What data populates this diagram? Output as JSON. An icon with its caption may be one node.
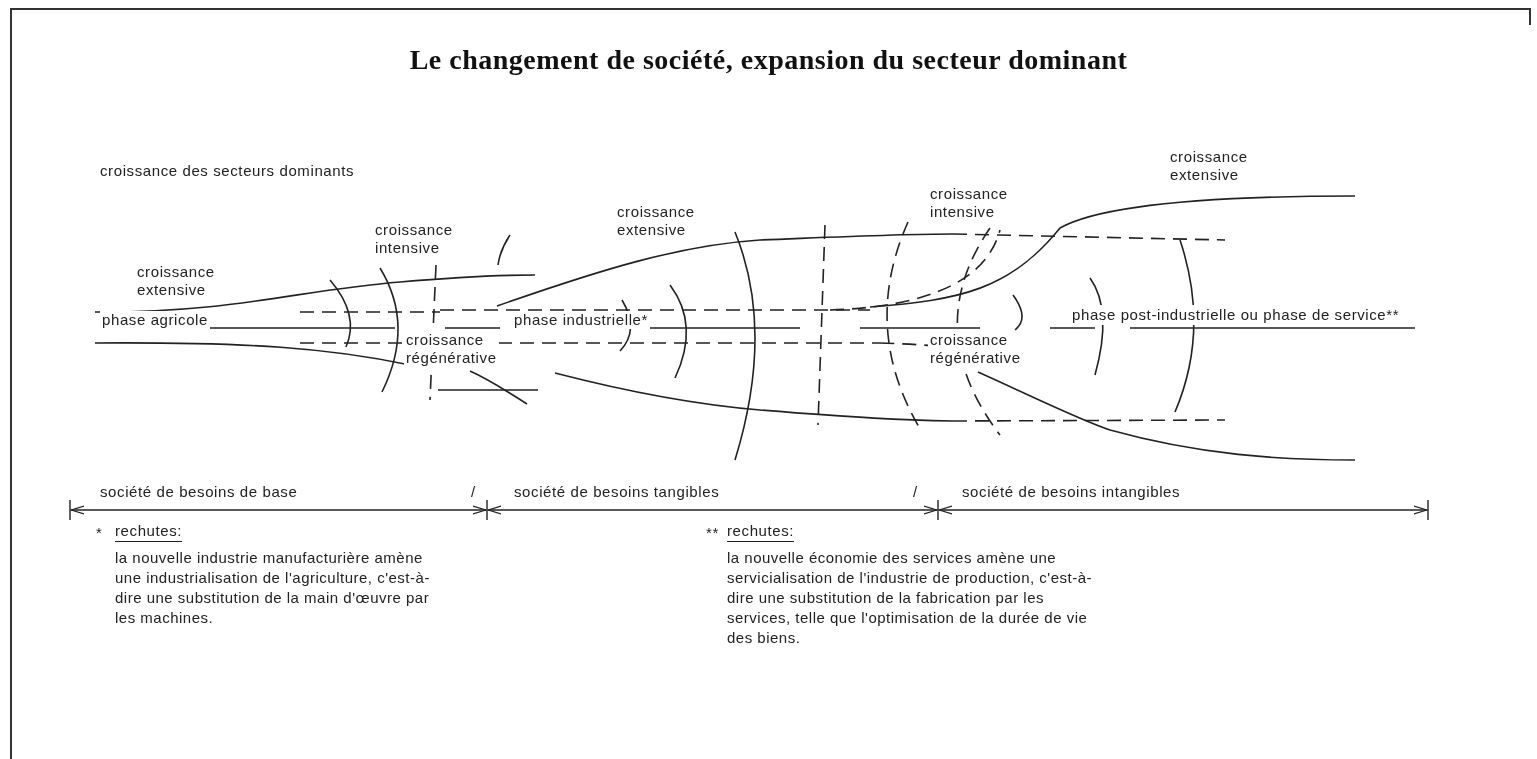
{
  "diagram": {
    "title": "Le changement de société, expansion du secteur dominant",
    "labels": [
      "croissance des secteurs dominants",
      "croissance extensive",
      "croissance intensive",
      "croissance extensive",
      "croissance intensive",
      "croissance extensive",
      "phase agricole",
      "phase industrielle*",
      "phase post-industrielle ou phase de service**",
      "croissance régénérative",
      "croissance régénérative",
      "société de besoins de base",
      "/",
      "société de besoins tangibles",
      "/",
      "société de besoins intangibles",
      "*",
      "rechutes:",
      "la nouvelle industrie manufacturière amène une industrialisation de l'agriculture, c'est-à-dire une substitution de la main d'œuvre par les machines.",
      "**",
      "rechutes:",
      "la nouvelle économie des services amène une servicialisation de l'industrie de production, c'est-à-dire une substitution de la fabrication par les services, telle que l'optimisation de la durée de vie des biens."
    ]
  }
}
